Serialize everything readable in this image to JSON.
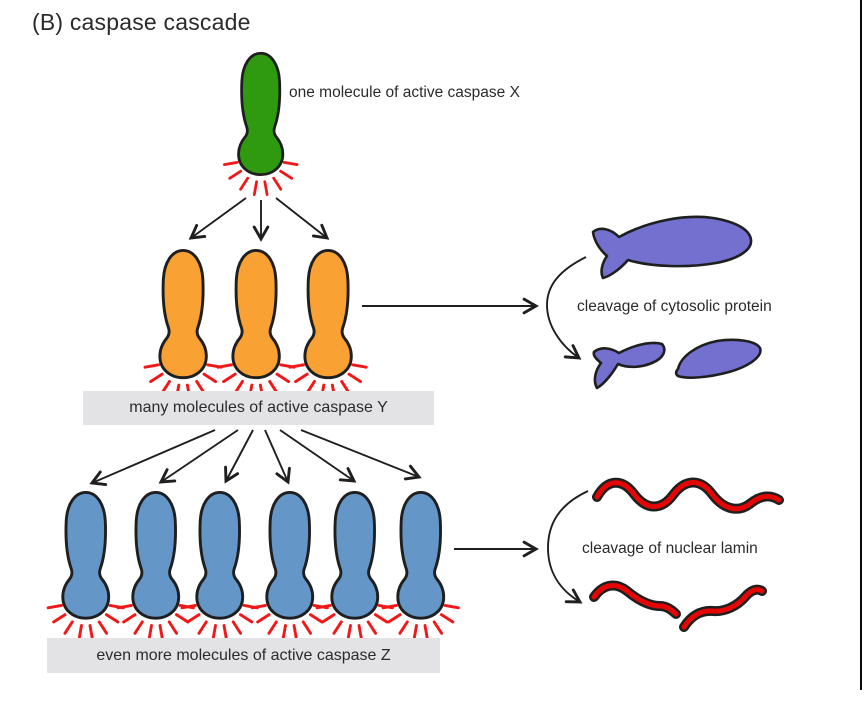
{
  "title": "(B) caspase cascade",
  "cascade": {
    "step1": {
      "molecule_label": "one molecule of active caspase X",
      "color": "#2f9a10",
      "count": 1
    },
    "step2": {
      "molecule_label": "many molecules of active caspase Y",
      "color": "#f9a233",
      "count": 3,
      "cleavage_label": "cleavage of cytosolic protein",
      "substrate_color": "#7370cf"
    },
    "step3": {
      "molecule_label": "even more molecules of active caspase Z",
      "color": "#6496c8",
      "count": 6,
      "cleavage_label": "cleavage of nuclear lamin",
      "substrate_color": "#e60505"
    }
  },
  "palette": {
    "spike_color": "#f01818",
    "outline_color": "#1f1f1f",
    "arrow_color": "#1f1f1f",
    "label_background": "#e3e3e5",
    "frame_color": "#0a0a0a"
  }
}
